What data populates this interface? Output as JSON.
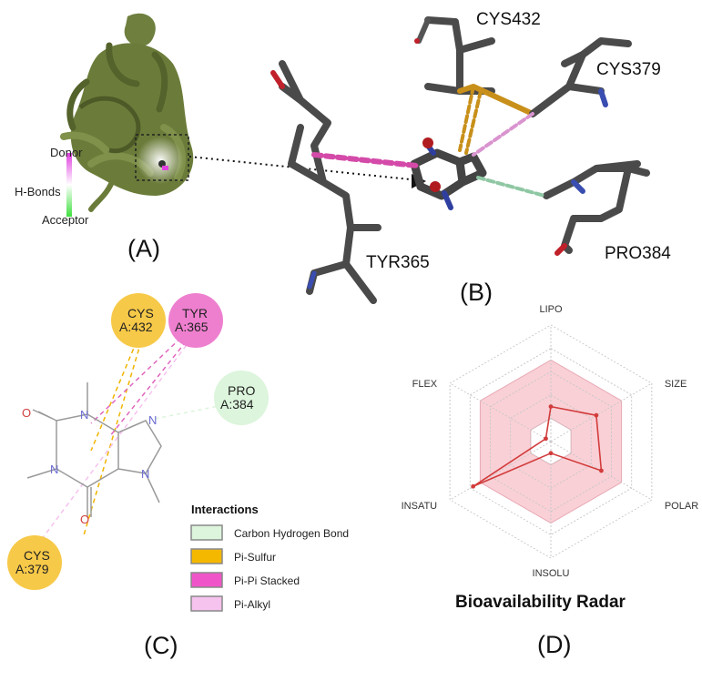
{
  "panels": {
    "a": "(A)",
    "b": "(B)",
    "c": "(C)",
    "d": "(D)"
  },
  "hbonds_scale": {
    "donor": "Donor",
    "title": "H-Bonds",
    "acceptor": "Acceptor",
    "donor_color": "#e040e0",
    "acceptor_color": "#40e040"
  },
  "residues_3d": {
    "cys432": "CYS432",
    "cys379": "CYS379",
    "tyr365": "TYR365",
    "pro384": "PRO384"
  },
  "interaction_nodes": {
    "cys432": {
      "name": "CYS",
      "id": "A:432",
      "color": "#f7c948"
    },
    "tyr365": {
      "name": "TYR",
      "id": "A:365",
      "color": "#ee7fcf"
    },
    "pro384": {
      "name": "PRO",
      "id": "A:384",
      "color": "#dcf5dc"
    },
    "cys379": {
      "name": "CYS",
      "id": "A:379",
      "color": "#f7c948"
    }
  },
  "atoms": {
    "n": "N",
    "o": "O"
  },
  "legend": {
    "title": "Interactions",
    "items": [
      {
        "label": "Carbon Hydrogen Bond",
        "color": "#dcf5dc"
      },
      {
        "label": "Pi-Sulfur",
        "color": "#f5b800"
      },
      {
        "label": "Pi-Pi Stacked",
        "color": "#ef55c8"
      },
      {
        "label": "Pi-Alkyl",
        "color": "#f6c2ee"
      }
    ]
  },
  "chart_data": {
    "type": "radar",
    "title": "Bioavailability Radar",
    "axes": [
      "LIPO",
      "SIZE",
      "POLAR",
      "INSOLU",
      "INSATU",
      "FLEX"
    ],
    "values": [
      0.3,
      0.45,
      0.5,
      0.1,
      0.77,
      0.05
    ],
    "optimal_range": [
      0.2,
      0.7
    ],
    "range": [
      0,
      1
    ],
    "colors": {
      "line": "#d23c3c",
      "band": "#f9d0d6"
    }
  }
}
